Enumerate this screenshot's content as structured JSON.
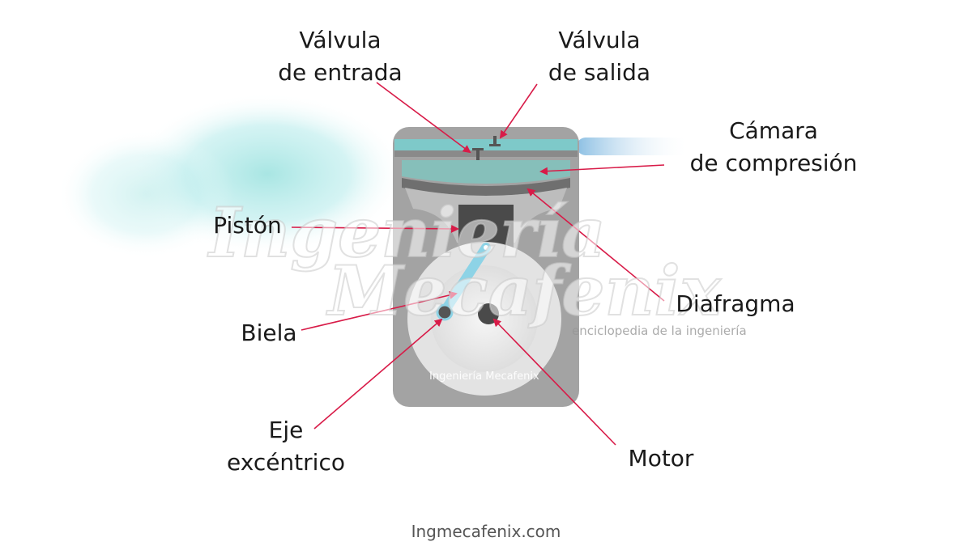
{
  "labels": {
    "valvula_entrada": [
      "Válvula",
      "de entrada"
    ],
    "valvula_salida": [
      "Válvula",
      "de salida"
    ],
    "camara": [
      "Cámara",
      "de compresión"
    ],
    "piston": "Pistón",
    "diafragma": "Diafragma",
    "biela": "Biela",
    "eje": [
      "Eje",
      "excéntrico"
    ],
    "motor": "Motor"
  },
  "watermark": {
    "line1": "Ingeniería",
    "line2": "Mecafenix",
    "tagline": "enciclopedia de la ingeniería",
    "inner": "Ingeniería Mecafenix"
  },
  "footer": "Ingmecafenix.com",
  "colors": {
    "arrow": "#d81b48",
    "body": "#9a9a9a",
    "chamber": "#8fc7c2",
    "rod": "#8dd3e6",
    "glow": "#b8ecec"
  }
}
